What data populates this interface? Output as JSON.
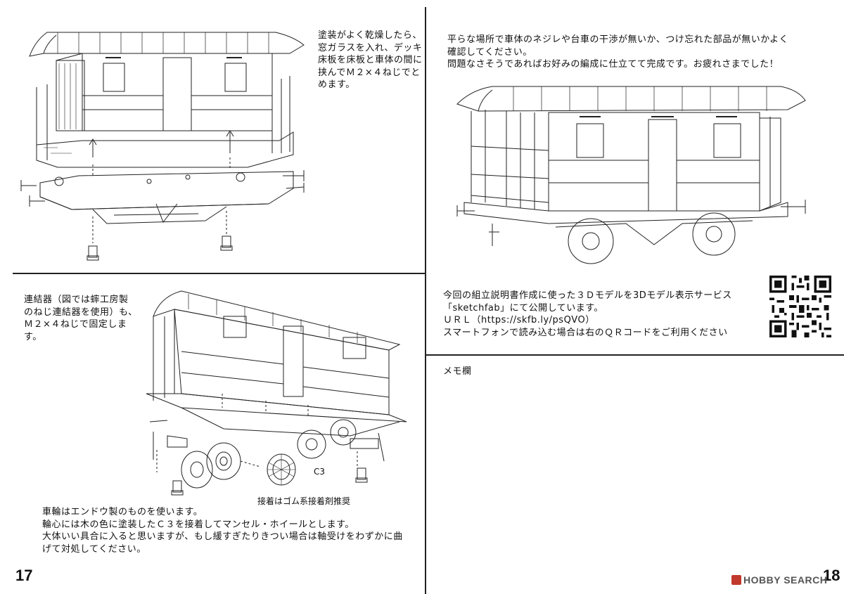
{
  "instructions": {
    "step_paint": [
      "塗装がよく乾燥したら、",
      "窓ガラスを入れ、デッキ",
      "床板を床板と車体の間に",
      "挟んでＭ２×４ねじでと",
      "めます。"
    ],
    "step_finish": [
      "平らな場所で車体のネジレや台車の干渉が無いか、つけ忘れた部品が無いかよく",
      "確認してください。",
      "問題なさそうであればお好みの編成に仕立てて完成です。お疲れさまでした！"
    ],
    "step_coupler": [
      "連結器（図では蟀工房製",
      "のねじ連結器を使用）も、",
      "Ｍ２×４ねじで固定しま",
      "す。"
    ],
    "step_wheels": [
      "車輪はエンドウ製のものを使います。",
      "輪心には木の色に塗装したＣ３を接着してマンセル・ホイールとします。",
      "大体いい具合に入ると思いますが、もし緩すぎたりきつい場合は軸受けをわずかに曲",
      "げて対処してください。"
    ],
    "sketchfab": [
      "今回の組立説明書作成に使った３Ｄモデルを3Dモデル表示サービス",
      "「sketchfab」にて公開しています。",
      "ＵＲＬ（https://skfb.ly/psQVO）",
      "スマートフォンで読み込む場合は右のＱＲコードをご利用ください"
    ]
  },
  "labels": {
    "part_c3": "C3",
    "adhesive_note": "接着はゴム系接着剤推奨",
    "memo": "メモ欄"
  },
  "page_numbers": {
    "left": "17",
    "right": "18"
  },
  "watermark": {
    "text": "HOBBY SEARCH",
    "icon": "hobbysearch-logo-icon",
    "color": "#c0392b"
  },
  "qr_code": {
    "icon": "qr-code-icon"
  }
}
